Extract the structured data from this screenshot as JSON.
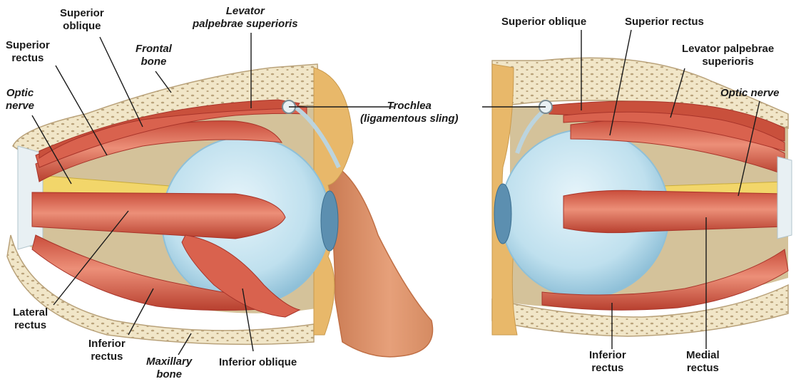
{
  "labels": {
    "left": {
      "superior_oblique": [
        "Superior",
        "oblique"
      ],
      "levator": [
        "Levator",
        "palpebrae superioris"
      ],
      "superior_rectus": [
        "Superior",
        "rectus"
      ],
      "frontal_bone": [
        "Frontal",
        "bone"
      ],
      "optic_nerve": [
        "Optic",
        "nerve"
      ],
      "lateral_rectus": [
        "Lateral",
        "rectus"
      ],
      "inferior_rectus": [
        "Inferior",
        "rectus"
      ],
      "maxillary_bone": [
        "Maxillary",
        "bone"
      ],
      "inferior_oblique": "Inferior oblique"
    },
    "center": {
      "trochlea": [
        "Trochlea",
        "(ligamentous sling)"
      ]
    },
    "right": {
      "superior_oblique": "Superior oblique",
      "superior_rectus": "Superior rectus",
      "levator": [
        "Levator palpebrae",
        "superioris"
      ],
      "optic_nerve": "Optic nerve",
      "inferior_rectus": [
        "Inferior",
        "rectus"
      ],
      "medial_rectus": [
        "Medial",
        "rectus"
      ]
    }
  },
  "colors": {
    "muscle": "#d9624e",
    "muscle_dark": "#a8342a",
    "muscle_light": "#f0a08c",
    "bone": "#f1e6c8",
    "bone_edge": "#b9a27a",
    "orbit_fat": "#d4c29a",
    "eyeball": "#bfe0ee",
    "eyeball_shade": "#8fc0d8",
    "iris": "#5c8fb0",
    "nerve": "#f2d66a",
    "skin": "#e0976b",
    "skin_dark": "#c06f45",
    "tendon": "#e8f0f3",
    "leader": "#1a1a1a"
  }
}
